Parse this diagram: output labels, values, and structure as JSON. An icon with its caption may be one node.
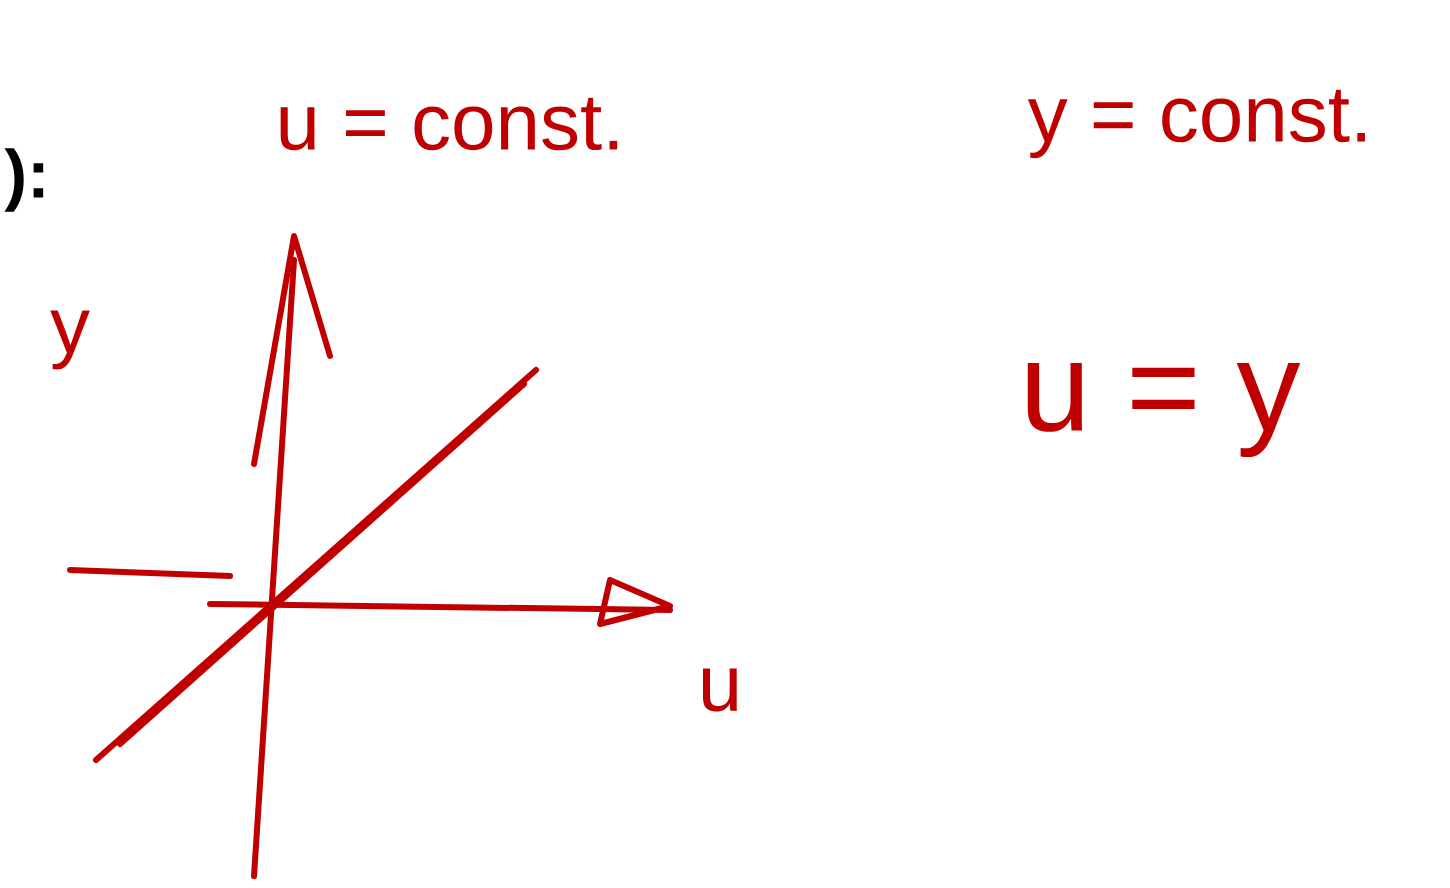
{
  "diagram": {
    "labels": [
      "):",
      "u = const.",
      "y = const.",
      "y",
      "u",
      "u = y"
    ]
  }
}
